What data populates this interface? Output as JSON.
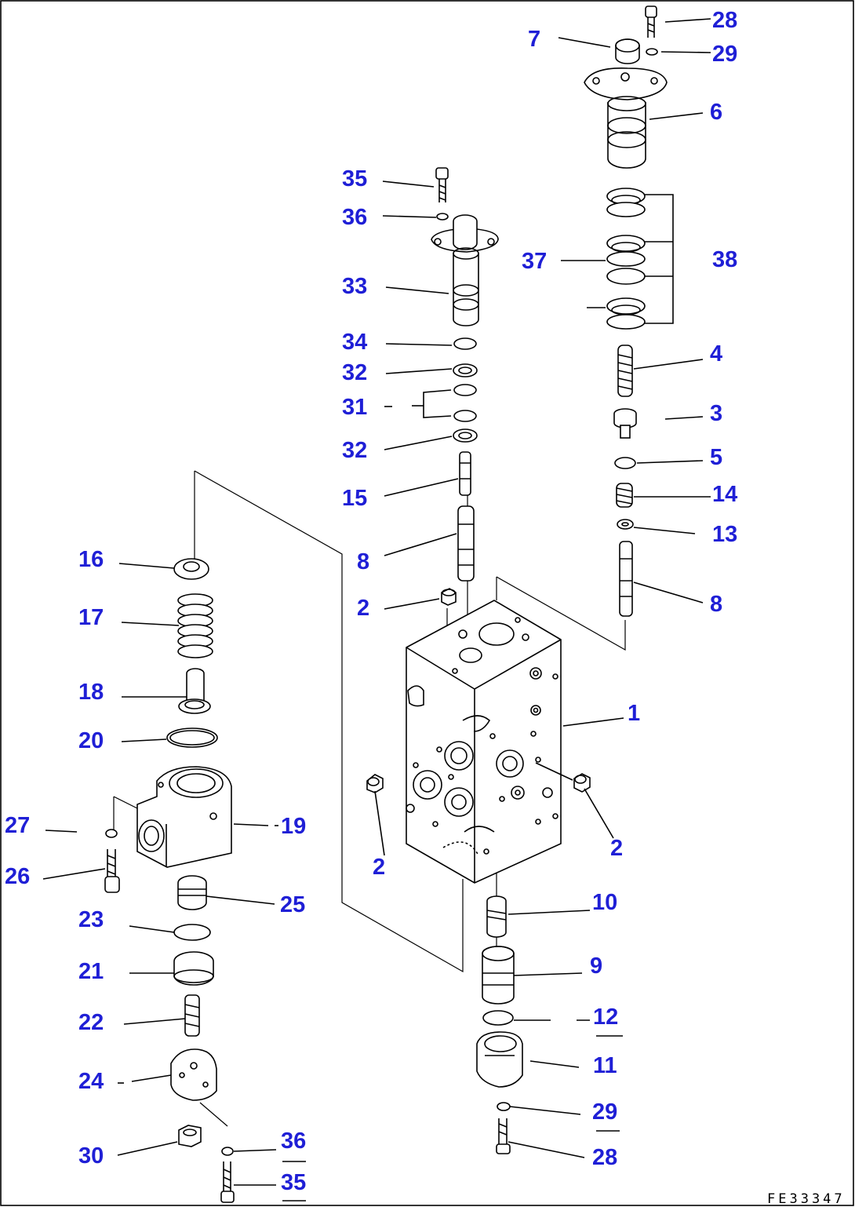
{
  "drawing_code": "FE33347",
  "callouts": {
    "c1": "1",
    "c2a": "2",
    "c2b": "2",
    "c2c": "2",
    "c3": "3",
    "c4": "4",
    "c5": "5",
    "c6": "6",
    "c7": "7",
    "c8a": "8",
    "c8b": "8",
    "c9": "9",
    "c10": "10",
    "c11": "11",
    "c12": "12",
    "c13": "13",
    "c14": "14",
    "c15": "15",
    "c16": "16",
    "c17": "17",
    "c18": "18",
    "c19": "19",
    "c20": "20",
    "c21": "21",
    "c22": "22",
    "c23": "23",
    "c24": "24",
    "c25": "25",
    "c26": "26",
    "c27": "27",
    "c28a": "28",
    "c28b": "28",
    "c29a": "29",
    "c29b": "29",
    "c30": "30",
    "c31": "31",
    "c32a": "32",
    "c32b": "32",
    "c33": "33",
    "c34": "34",
    "c35a": "35",
    "c35b": "35",
    "c36a": "36",
    "c36b": "36",
    "c37": "37",
    "c38": "38"
  },
  "colors": {
    "callout": "#1f1fd6",
    "line": "#000000",
    "background": "#ffffff"
  }
}
